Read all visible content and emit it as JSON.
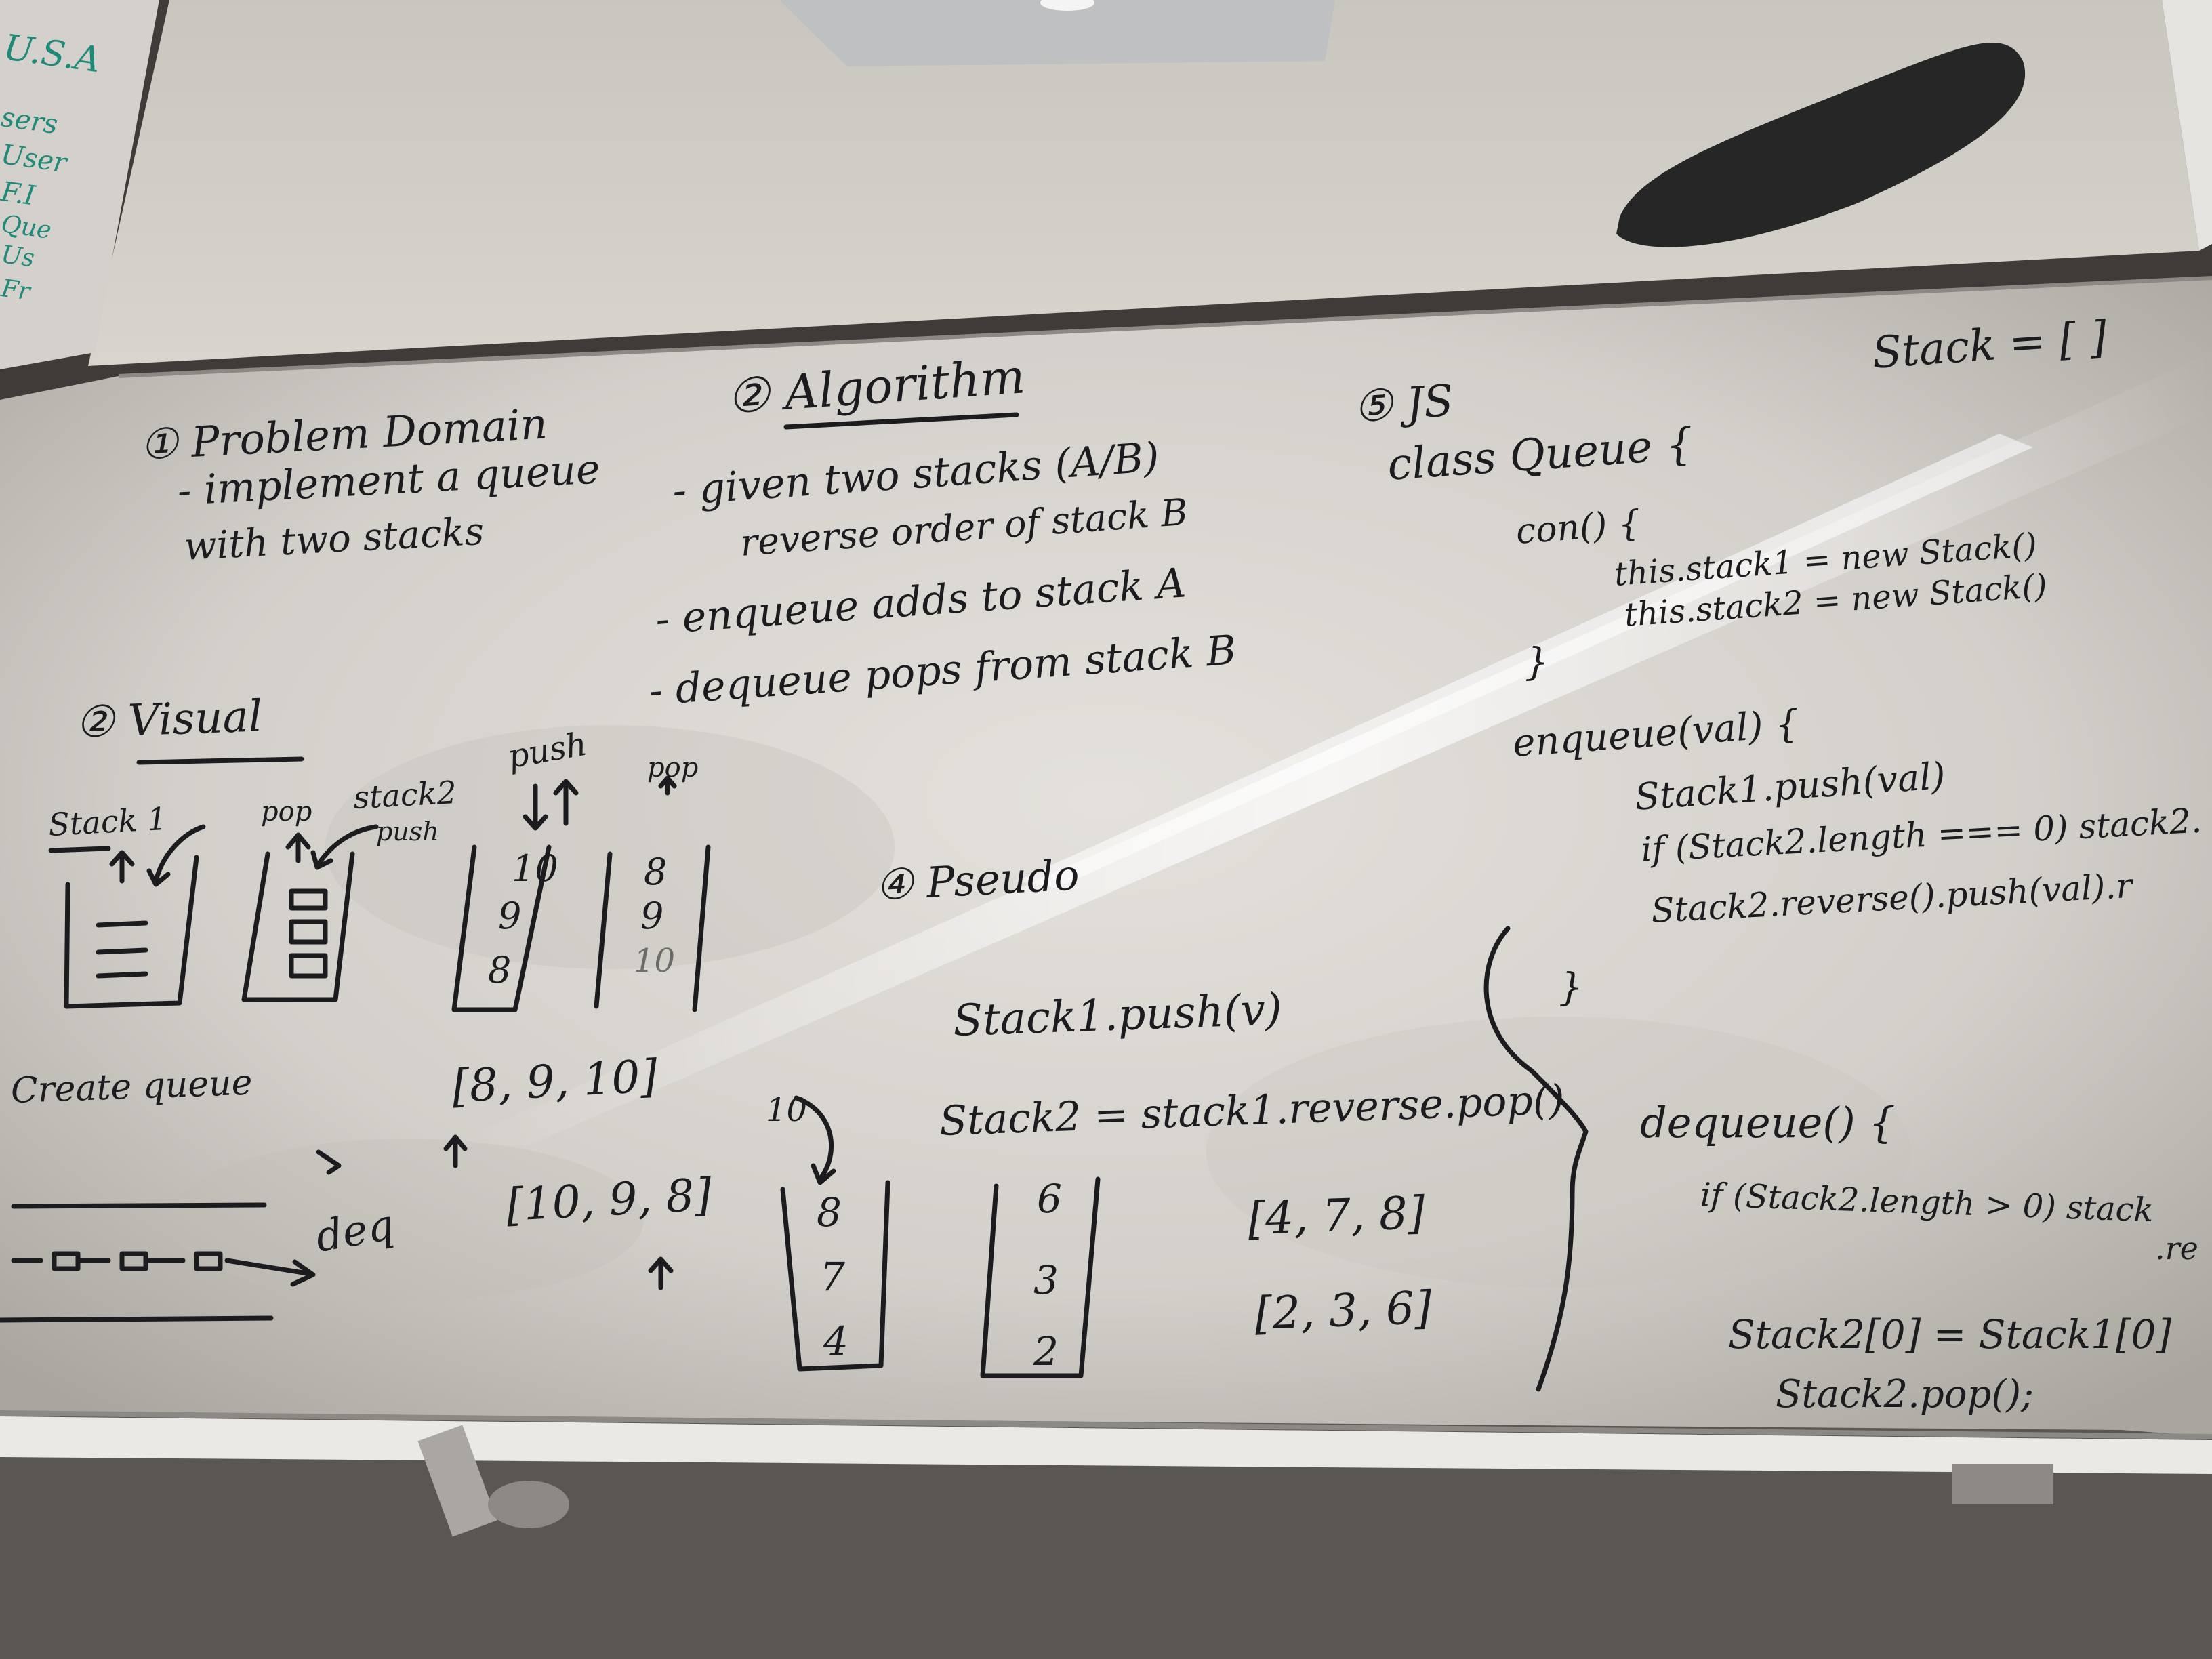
{
  "problem_domain": {
    "heading": "① Problem Domain",
    "line1": "- implement a queue",
    "line2": "with two stacks"
  },
  "algorithm": {
    "heading": "② Algorithm",
    "steps": [
      "- given two stacks (A/B)",
      "reverse order of stack B",
      "- enqueue adds to stack A",
      "- dequeue pops from stack B"
    ]
  },
  "js": {
    "heading": "⑤ JS",
    "stack_note": "Stack = [ ]",
    "class_line": "class Queue {",
    "constructor_line": "con() {",
    "ctor_body": [
      "this.stack1 = new Stack()",
      "this.stack2 = new Stack()"
    ],
    "ctor_close": "}",
    "enqueue_line": "enqueue(val) {",
    "enqueue_body": [
      "Stack1.push(val)",
      "if (Stack2.length === 0) stack2.",
      "Stack2.reverse().push(val).r"
    ],
    "dequeue_close": "}",
    "dequeue_line": "dequeue() {",
    "dequeue_body": [
      "if (Stack2.length > 0) stack",
      ".re",
      "Stack2[0] = Stack1[0]",
      "Stack2.pop();"
    ]
  },
  "visual": {
    "heading": "② Visual",
    "stack1_label": "Stack 1",
    "pop_label": "pop",
    "stack2_label": "stack2",
    "push_label": "push",
    "push_top": "push",
    "pop_top": "pop",
    "stack_a_values": [
      "10",
      "9",
      "8"
    ],
    "stack_b_values": [
      "8",
      "9",
      "10"
    ],
    "create_queue": "Create queue",
    "deq_label": "deq",
    "array1": "[8, 9, 10]",
    "array2": "[10, 9, 8]"
  },
  "pseudo": {
    "heading": "④ Pseudo",
    "line1": "Stack1.push(v)",
    "line2": "Stack2 = stack1.reverse.pop()",
    "ten": "10",
    "stack_left": [
      "8",
      "7",
      "4"
    ],
    "stack_right": [
      "6",
      "3",
      "2"
    ],
    "array1": "[4, 7, 8]",
    "array2": "[2, 3, 6]"
  },
  "left_board_marks": [
    "U.S.A",
    "sers",
    "User",
    "F.I",
    "Que",
    "Us",
    "Fr"
  ]
}
